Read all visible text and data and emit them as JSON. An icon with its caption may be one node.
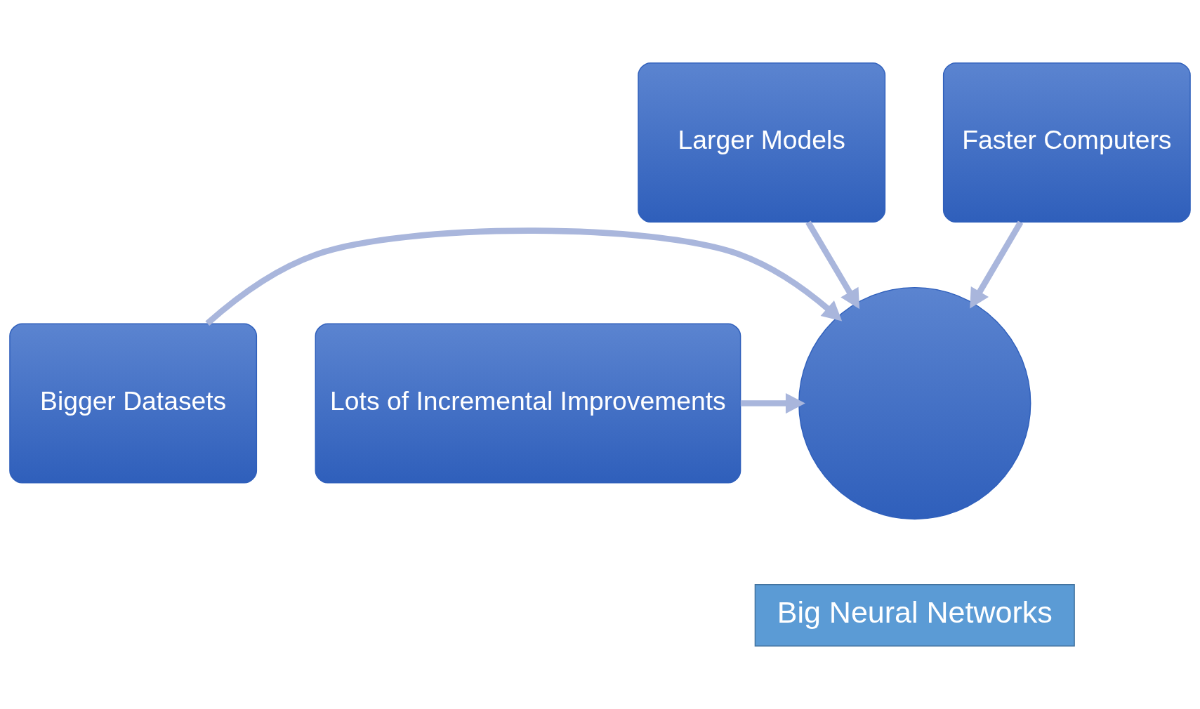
{
  "diagram": {
    "nodes": [
      {
        "text": [
          "Bigger Datasets"
        ]
      },
      {
        "text": [
          "Larger Models"
        ]
      },
      {
        "text": [
          "Faster Computers"
        ]
      },
      {
        "text": [
          "Lots of Incremental Improvements"
        ]
      },
      {
        "text": [],
        "shape": "circle"
      },
      {
        "text": [
          "Big Neural Networks"
        ]
      }
    ],
    "edges": [
      {
        "from": 1,
        "to": 4,
        "arrow": "to"
      },
      {
        "from": 2,
        "to": 4,
        "arrow": "to"
      },
      {
        "from": 0,
        "to": 4,
        "arrow": "to"
      },
      {
        "from": 3,
        "to": 4,
        "arrow": "to"
      }
    ]
  }
}
